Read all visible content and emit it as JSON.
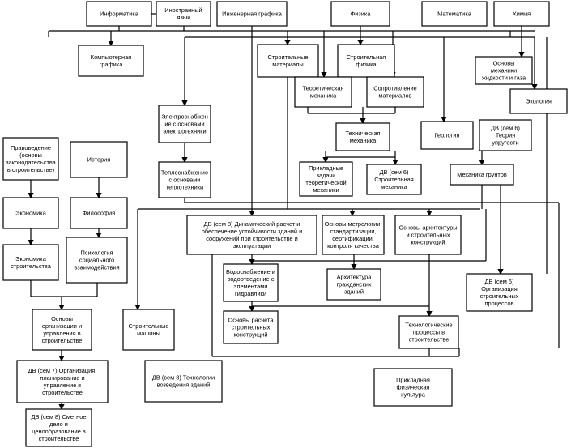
{
  "colors": {
    "stroke": "#000000",
    "background": "#ffffff",
    "text": "#000000"
  },
  "nodes": [
    {
      "id": "informatika",
      "lines": [
        "Информатика"
      ]
    },
    {
      "id": "inostranny",
      "lines": [
        "Иностранный",
        "язык"
      ]
    },
    {
      "id": "inzhenernaya",
      "lines": [
        "Инженерная графика"
      ]
    },
    {
      "id": "fizika",
      "lines": [
        "Физика"
      ]
    },
    {
      "id": "matematika",
      "lines": [
        "Математика"
      ]
    },
    {
      "id": "khimiya",
      "lines": [
        "Химия"
      ]
    },
    {
      "id": "komp-grafika",
      "lines": [
        "Компьютерная",
        "графика"
      ]
    },
    {
      "id": "stroit-materialy",
      "lines": [
        "Строительные",
        "материалы"
      ]
    },
    {
      "id": "stroit-fizika",
      "lines": [
        "Строительная",
        "физика"
      ]
    },
    {
      "id": "osnovy-mekh-zhidk",
      "lines": [
        "Основы",
        "механики",
        "жидкости и газа"
      ]
    },
    {
      "id": "teor-mekh",
      "lines": [
        "Теоретическая",
        "механика"
      ]
    },
    {
      "id": "sopromat",
      "lines": [
        "Сопротивление",
        "материалов"
      ]
    },
    {
      "id": "ekologiya",
      "lines": [
        "Экология"
      ]
    },
    {
      "id": "elektrosnab",
      "lines": [
        "Электроснабжен",
        "ие с основами",
        "электротехники"
      ]
    },
    {
      "id": "tekh-mekh",
      "lines": [
        "Техническая",
        "механика"
      ]
    },
    {
      "id": "geologiya",
      "lines": [
        "Геология"
      ]
    },
    {
      "id": "dv6-uprug",
      "lines": [
        "ДВ (сем 6)",
        "Теория",
        "упругости"
      ]
    },
    {
      "id": "pravovedenie",
      "lines": [
        "Правоведение",
        "(основы",
        "законодательства",
        "в строительстве)"
      ]
    },
    {
      "id": "istoriya",
      "lines": [
        "История"
      ]
    },
    {
      "id": "teplosnab",
      "lines": [
        "Теплоснабжение",
        "с основами",
        "теплотехники"
      ]
    },
    {
      "id": "prikl-zadachi",
      "lines": [
        "Прикладные",
        "задачи",
        "теоретической",
        "механики"
      ]
    },
    {
      "id": "dv6-str-mekh",
      "lines": [
        "ДВ (сем 6)",
        "Строительная",
        "механика"
      ]
    },
    {
      "id": "mekh-gruntov",
      "lines": [
        "Механика грунтов"
      ]
    },
    {
      "id": "ekonomika",
      "lines": [
        "Экономика"
      ]
    },
    {
      "id": "filosofiya",
      "lines": [
        "Философия"
      ]
    },
    {
      "id": "dv8-dinamich",
      "lines": [
        "ДВ (сем 8) Динамический расчет и",
        "обеспечение устойчивости зданий и",
        "сооружений при строительстве и",
        "эксплуатации"
      ]
    },
    {
      "id": "osnovy-metrol",
      "lines": [
        "Основы метрологии,",
        "стандартизации,",
        "сертификации,",
        "контроля качества"
      ]
    },
    {
      "id": "osnovy-arkh",
      "lines": [
        "Основы архитектуры",
        "и строительных",
        "конструкций"
      ]
    },
    {
      "id": "ekonomika-str",
      "lines": [
        "Экономика",
        "строительства"
      ]
    },
    {
      "id": "psikhologiya",
      "lines": [
        "Психология",
        "социального",
        "взаимодействия"
      ]
    },
    {
      "id": "vodosnab",
      "lines": [
        "Водоснабжение и",
        "водоотведение с",
        "элементами",
        "гидравлики"
      ]
    },
    {
      "id": "arkh-grazhd",
      "lines": [
        "Архитектура",
        "гражданских",
        "зданий"
      ]
    },
    {
      "id": "dv6-org",
      "lines": [
        "ДВ (сем 6)",
        "Организация",
        "строительных",
        "процессов"
      ]
    },
    {
      "id": "osnovy-org",
      "lines": [
        "Основы",
        "организации и",
        "управления в",
        "строительстве"
      ]
    },
    {
      "id": "stroit-mashiny",
      "lines": [
        "Строительные",
        "машины"
      ]
    },
    {
      "id": "osnovy-rascheta",
      "lines": [
        "Основы расчета",
        "строительных",
        "конструкций"
      ]
    },
    {
      "id": "tekhnol-proc",
      "lines": [
        "Технологические",
        "процессы в",
        "строительстве"
      ]
    },
    {
      "id": "dv7-org",
      "lines": [
        "ДВ (сем 7) Организация,",
        "планирование и",
        "управление в",
        "строительстве"
      ]
    },
    {
      "id": "dv8-tekhnol",
      "lines": [
        "ДВ (сем 8) Технологии",
        "возведения зданий"
      ]
    },
    {
      "id": "prikl-fiz",
      "lines": [
        "Прикладная",
        "физическая",
        "культура"
      ]
    },
    {
      "id": "dv8-smetnoe",
      "lines": [
        "ДВ (сем 8) Сметное",
        "дело и",
        "ценообразование в",
        "строительстве"
      ]
    }
  ]
}
